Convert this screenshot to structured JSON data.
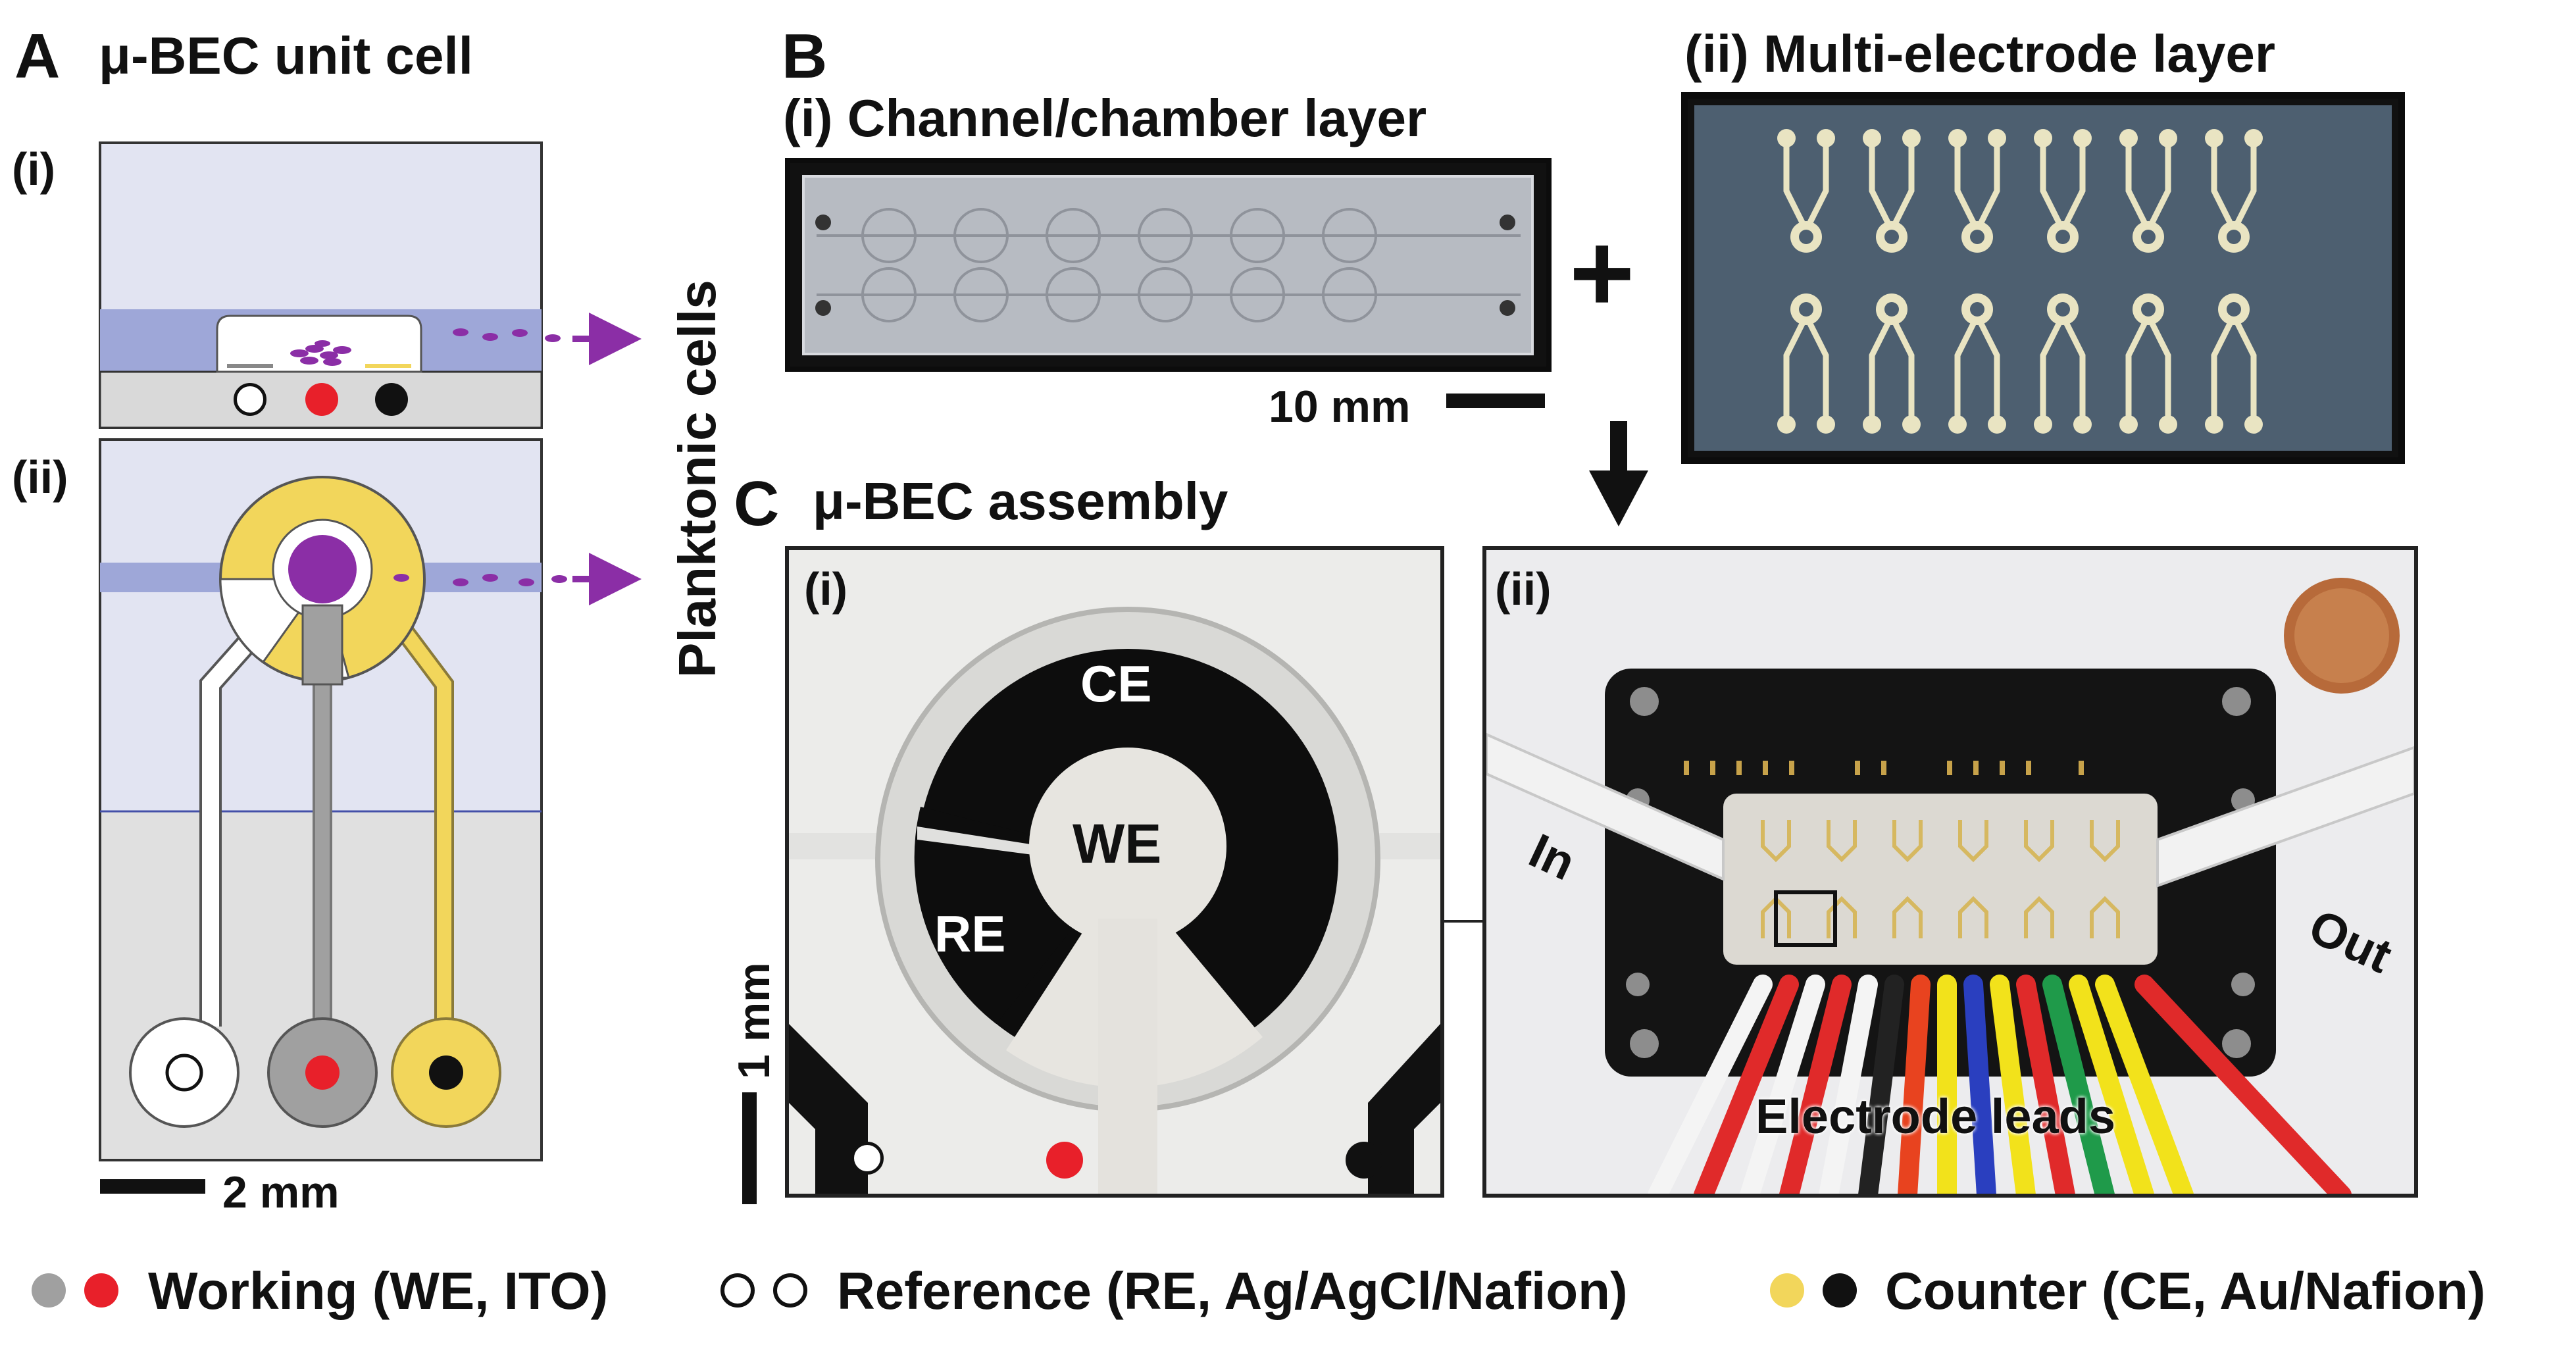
{
  "panel_a": {
    "letter": "A",
    "title": "μ-BEC unit cell",
    "sub_i": "(i)",
    "sub_ii": "(ii)",
    "side_label": "Planktonic cells",
    "scale": "2 mm"
  },
  "panel_b": {
    "letter": "B",
    "layer_i": "(i) Channel/chamber layer",
    "layer_ii": "(ii) Multi-electrode layer",
    "scale": "10 mm",
    "plus": "+"
  },
  "panel_c": {
    "letter": "C",
    "title": "μ-BEC assembly",
    "sub_i": "(i)",
    "sub_ii": "(ii)",
    "ce": "CE",
    "we": "WE",
    "re": "RE",
    "scale": "1 mm",
    "in": "In",
    "out": "Out",
    "leads": "Electrode leads"
  },
  "legend": {
    "working": "Working (WE, ITO)",
    "reference": "Reference (RE, Ag/AgCl/Nafion)",
    "counter": "Counter (CE, Au/Nafion)"
  },
  "colors": {
    "working_gray": "#a0a0a0",
    "working_red": "#e8202a",
    "counter_yellow": "#f2d65b",
    "bacteria_purple": "#8b2ea6",
    "channel_blue": "#aab2e0"
  }
}
